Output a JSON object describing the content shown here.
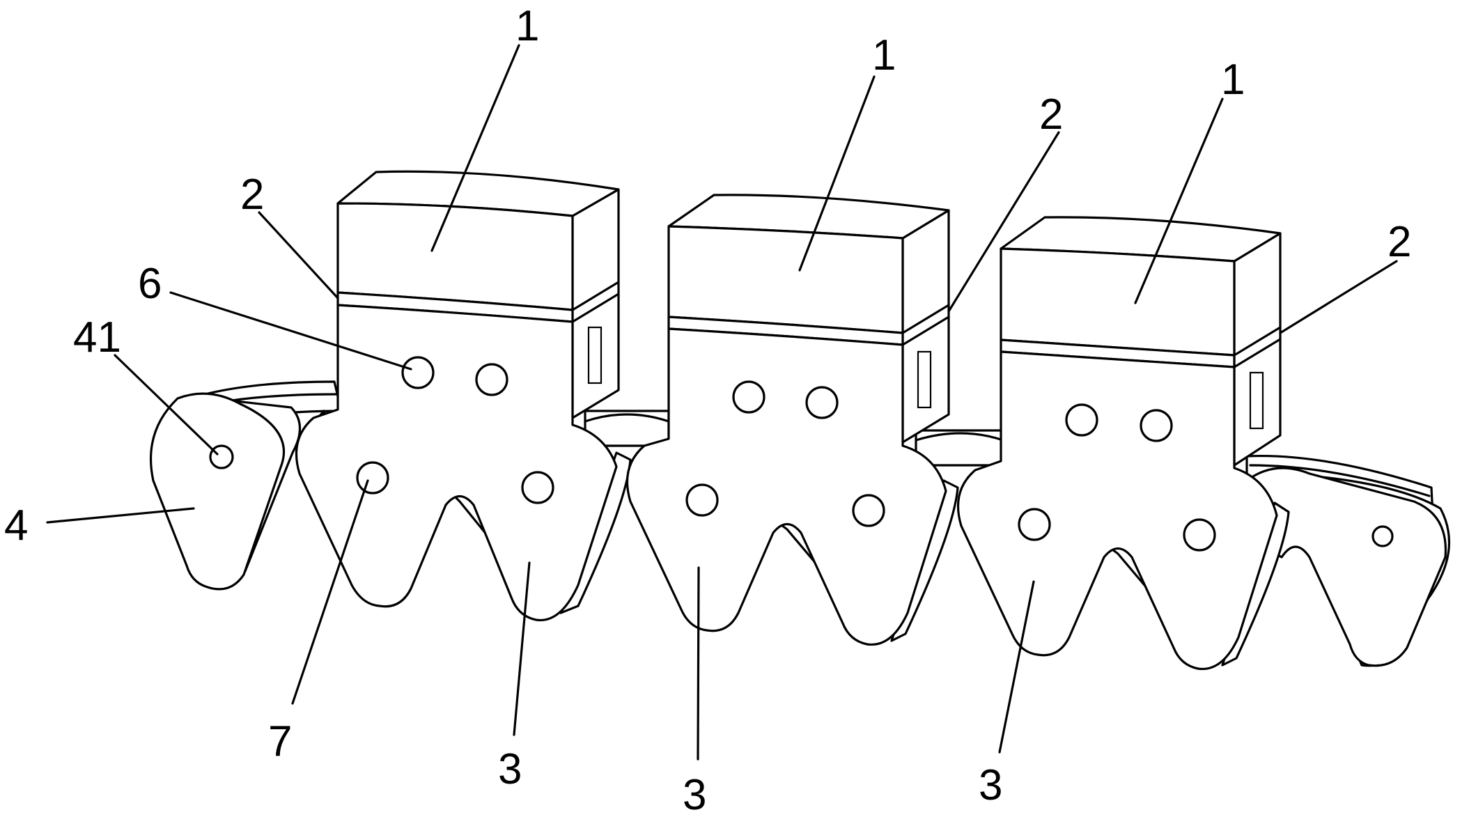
{
  "labels": {
    "block_left": "1",
    "block_mid": "1",
    "block_right": "1",
    "seam_left": "2",
    "seam_mid": "2",
    "seam_right": "2",
    "hole_upper": "6",
    "pin_hole": "41",
    "end_link": "4",
    "hole_lower": "7",
    "tooth_left": "3",
    "tooth_mid": "3",
    "tooth_right": "3"
  },
  "colors": {
    "stroke": "#000000",
    "background": "#ffffff"
  }
}
